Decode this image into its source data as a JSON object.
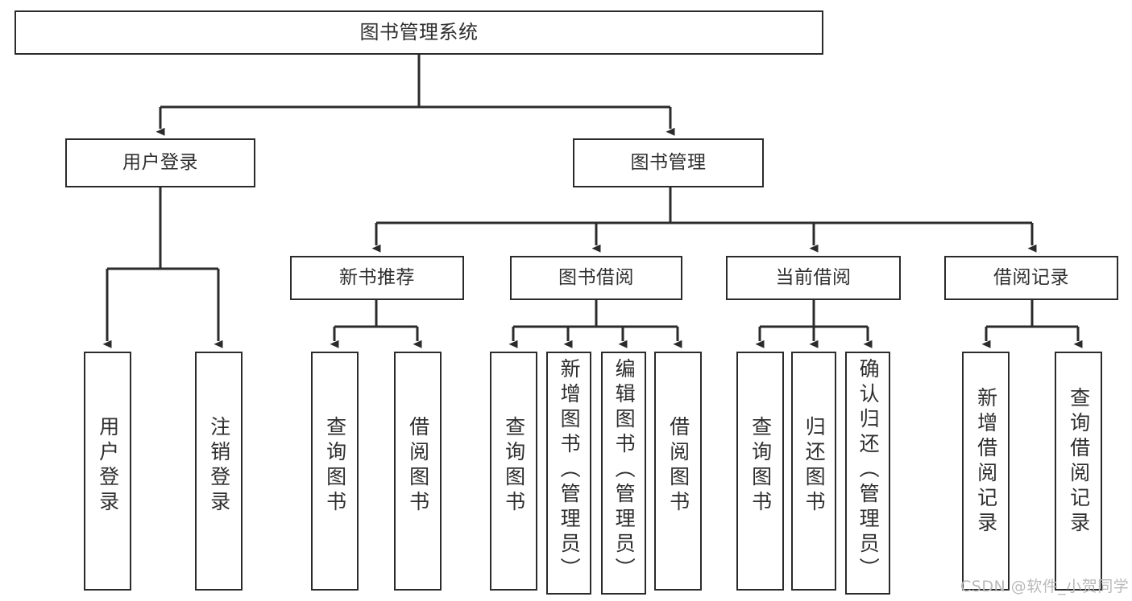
{
  "diagram": {
    "title": "图书管理系统",
    "type": "tree",
    "colors": {
      "box_border": "#2b2b2b",
      "box_fill": "#ffffff",
      "text": "#2f2f2f",
      "connector": "#2b2b2b",
      "watermark": "#b9b9b9",
      "background": "#ffffff"
    },
    "root": {
      "label": "图书管理系统"
    },
    "level1": [
      {
        "label": "用户登录"
      },
      {
        "label": "图书管理"
      }
    ],
    "level2": [
      {
        "label": "新书推荐"
      },
      {
        "label": "图书借阅"
      },
      {
        "label": "当前借阅"
      },
      {
        "label": "借阅记录"
      }
    ],
    "leaves": {
      "user_login": [
        {
          "label": "用户登录"
        },
        {
          "label": "注销登录"
        }
      ],
      "new_book_recommend": [
        {
          "label": "查询图书"
        },
        {
          "label": "借阅图书"
        }
      ],
      "book_borrow": [
        {
          "label": "查询图书"
        },
        {
          "label": "新增图书（管理员）"
        },
        {
          "label": "编辑图书（管理员）"
        },
        {
          "label": "借阅图书"
        }
      ],
      "current_borrow": [
        {
          "label": "查询图书"
        },
        {
          "label": "归还图书"
        },
        {
          "label": "确认归还（管理员）"
        }
      ],
      "borrow_record": [
        {
          "label": "新增借阅记录"
        },
        {
          "label": "查询借阅记录"
        }
      ]
    },
    "watermark": "CSDN @软件_小贺同学"
  }
}
